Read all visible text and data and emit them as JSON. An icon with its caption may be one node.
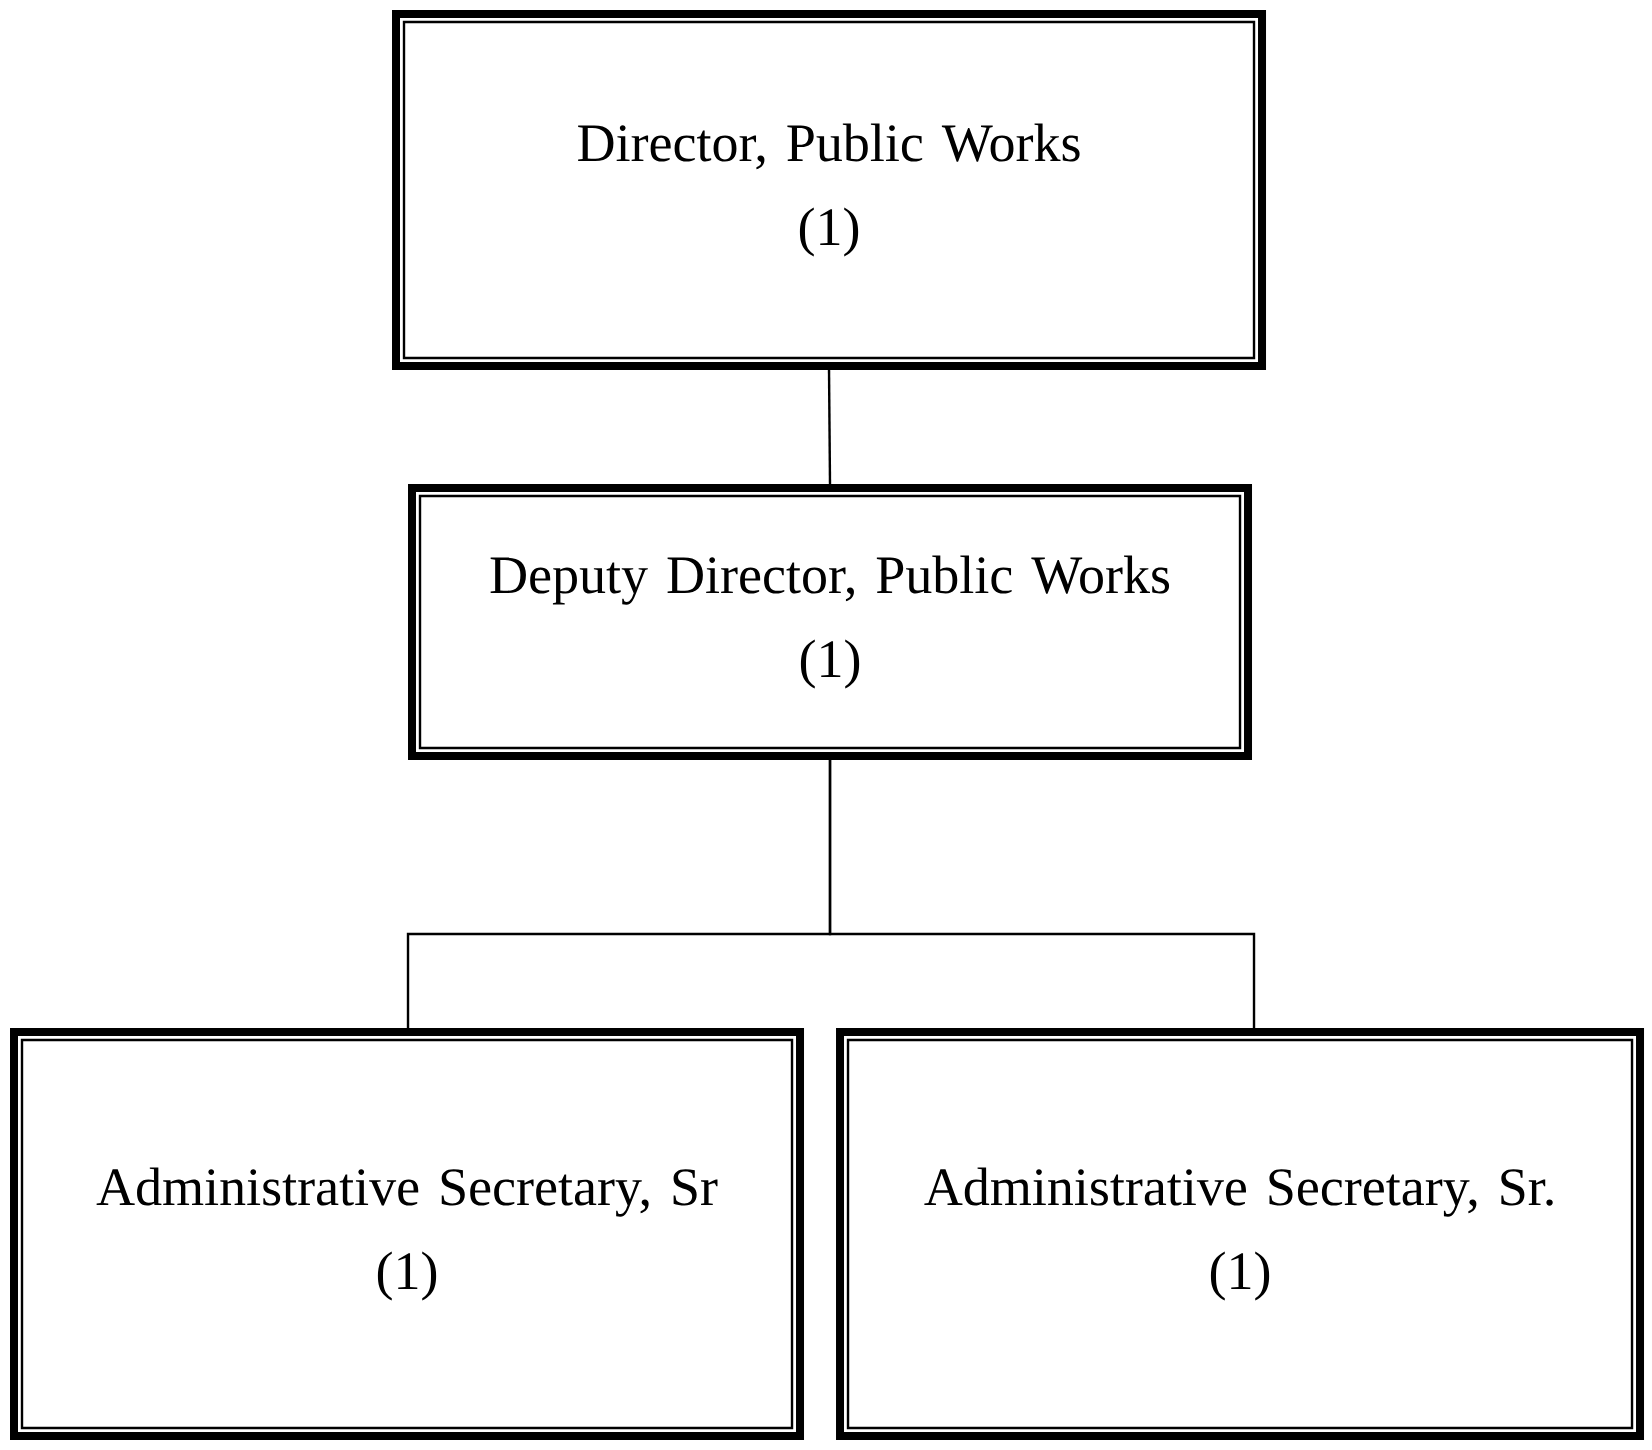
{
  "diagram": {
    "nodes": [
      {
        "text": [
          "Director, Public Works",
          "(1)"
        ]
      },
      {
        "text": [
          "Deputy Director, Public Works",
          "(1)"
        ]
      },
      {
        "text": [
          "Administrative Secretary, Sr",
          "(1)"
        ]
      },
      {
        "text": [
          "Administrative Secretary, Sr.",
          "(1)"
        ]
      }
    ],
    "edges": [
      {
        "from": 0,
        "to": 1,
        "arrow": "none"
      },
      {
        "from": 1,
        "to": 2,
        "arrow": "none"
      },
      {
        "from": 1,
        "to": 3,
        "arrow": "none"
      }
    ]
  }
}
